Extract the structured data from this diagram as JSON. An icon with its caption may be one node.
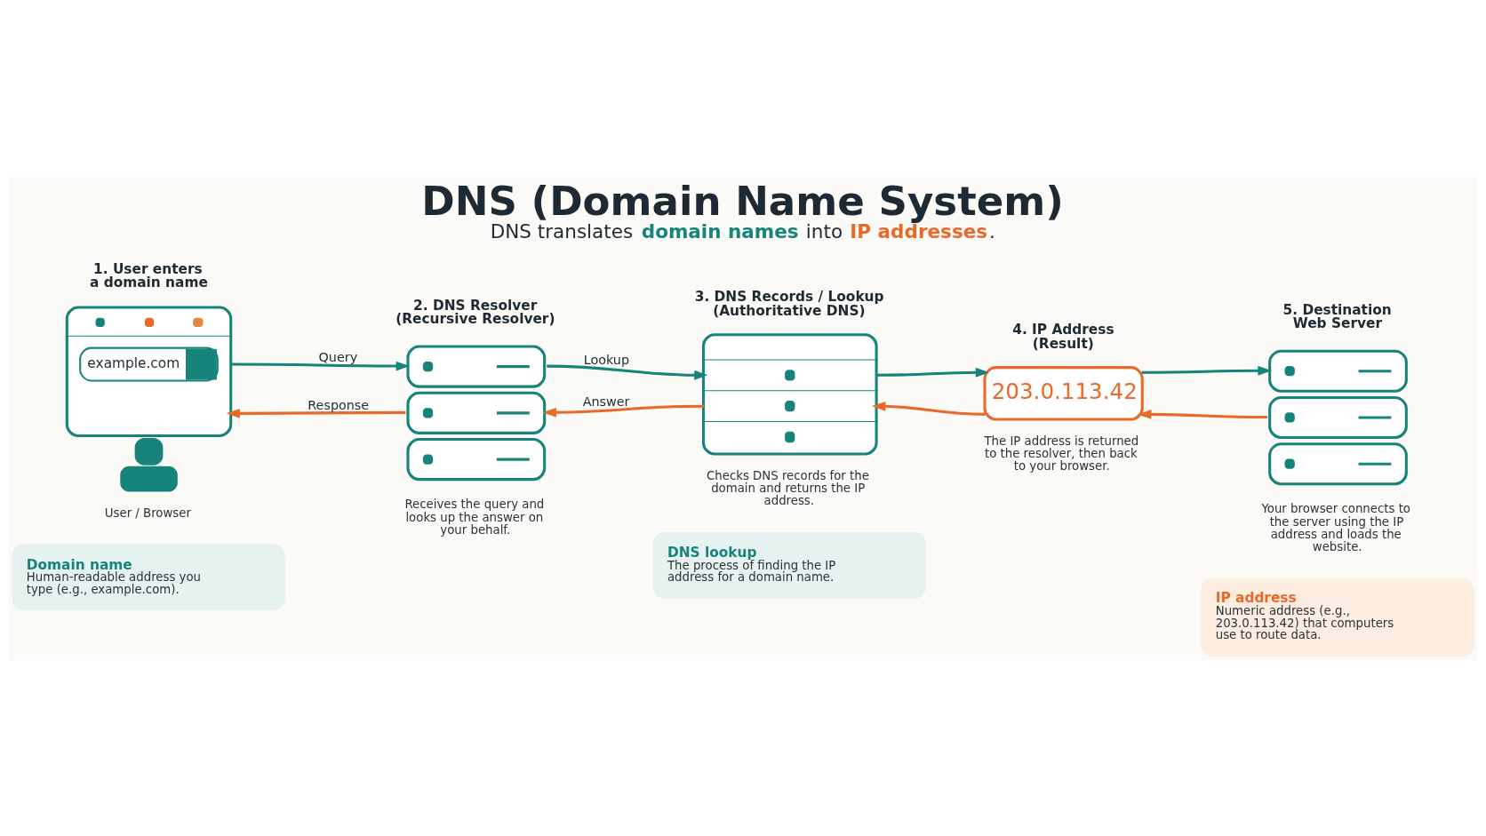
{
  "diagram": {
    "title": "DNS (Domain Name System)",
    "caption": "DNS translates **domain names** into **IP addresses**.",
    "nodes": [
      {
        "text": [
          "1. User enters a domain name",
          "example.com"
        ],
        "beside": [
          "User / Browser"
        ]
      },
      {
        "text": [
          "2. DNS Resolver (Recursive Resolver)"
        ],
        "beside": [
          "Receives the query and looks up the answer on your behalf."
        ]
      },
      {
        "text": [
          "3. DNS Records / Lookup (Authoritative DNS)"
        ],
        "beside": [
          "Checks DNS records for the domain and returns the IP address."
        ]
      },
      {
        "text": [
          "4. IP Address (Result)",
          "203.0.113.42"
        ],
        "beside": [
          "The IP address is returned to the resolver, then back to your browser."
        ]
      },
      {
        "text": [
          "5. Destination Web Server"
        ],
        "beside": [
          "Your browser connects to the server using the IP address and loads the website."
        ]
      },
      {
        "text": [
          "Domain name",
          "Human-readable address you type (e.g., example.com)."
        ]
      },
      {
        "text": [
          "DNS lookup",
          "The process of finding the IP address for a domain name."
        ]
      },
      {
        "text": [
          "IP address",
          "Numeric address (e.g., 203.0.113.42) that computers use to route data."
        ]
      }
    ],
    "edges": [
      {
        "from": 0,
        "to": 1,
        "arrow": "to",
        "label": "Query"
      },
      {
        "from": 1,
        "to": 0,
        "arrow": "to",
        "label": "Response",
        "color": "#e8692a"
      },
      {
        "from": 1,
        "to": 2,
        "arrow": "to",
        "label": "Lookup"
      },
      {
        "from": 2,
        "to": 1,
        "arrow": "to",
        "label": "Answer",
        "color": "#e8692a"
      },
      {
        "from": 2,
        "to": 3,
        "arrow": "to"
      },
      {
        "from": 3,
        "to": 2,
        "arrow": "to",
        "color": "#e8692a"
      },
      {
        "from": 3,
        "to": 4,
        "arrow": "to"
      },
      {
        "from": 4,
        "to": 3,
        "arrow": "to",
        "color": "#e8692a"
      }
    ]
  }
}
